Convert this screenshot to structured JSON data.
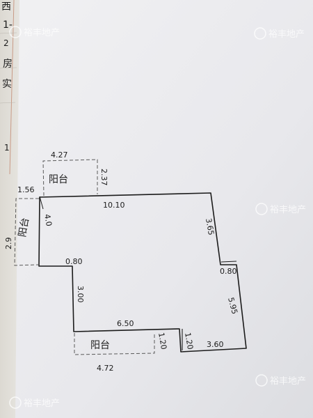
{
  "diagram": {
    "rooms": {
      "balcony_top": "阳台",
      "balcony_left": "阳台",
      "balcony_bottom": "阳台"
    },
    "dimensions": {
      "balcony_top_width": "4.27",
      "balcony_top_depth": "2.37",
      "balcony_left_width": "1.56",
      "balcony_left_height": "2.9",
      "left_wall": "4.0",
      "top_wall": "10.10",
      "right_upper": "3.65",
      "right_step": "0.80",
      "right_lower": "5.95",
      "bottom_right": "3.60",
      "bottom_step": "1.20",
      "bottom_wall": "6.50",
      "balcony_bottom_depth": "1.20",
      "balcony_bottom_width": "4.72",
      "left_lower": "3.00",
      "left_step": "0.80"
    },
    "margin_chars": [
      "西",
      "1-",
      "2",
      "房",
      "实",
      "1"
    ],
    "watermark": "裕丰地产"
  },
  "colors": {
    "paper": "#ececef",
    "ink": "#1b1b1b",
    "pencil": "#5a5a5a",
    "margin_line": "#c99a86",
    "watermark": "#ffffff"
  }
}
